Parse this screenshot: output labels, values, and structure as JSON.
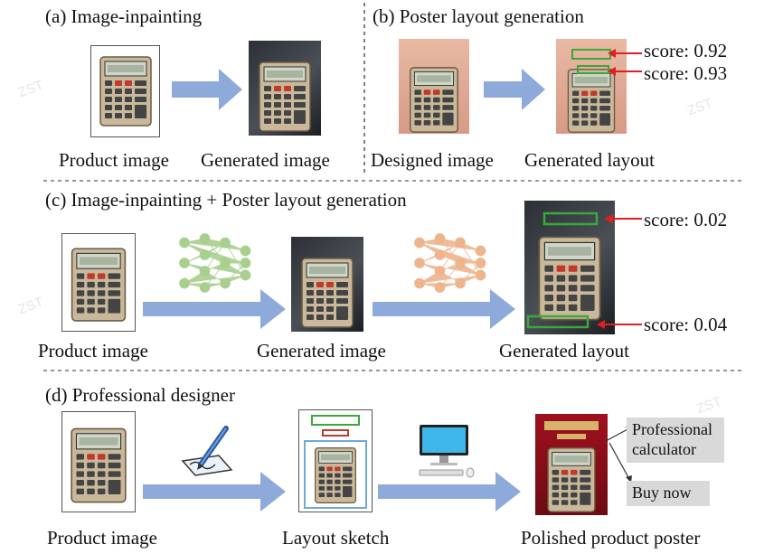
{
  "panels": {
    "a": {
      "title": "(a) Image-inpainting",
      "captions": [
        "Product image",
        "Generated image"
      ]
    },
    "b": {
      "title": "(b) Poster layout generation",
      "captions": [
        "Designed image",
        "Generated layout"
      ],
      "scores": [
        "score: 0.92",
        "score: 0.93"
      ]
    },
    "c": {
      "title": "(c)  Image-inpainting + Poster layout generation",
      "captions": [
        "Product image",
        "Generated image",
        "Generated layout"
      ],
      "scores": [
        "score: 0.02",
        "score: 0.04"
      ]
    },
    "d": {
      "title": "(d) Professional designer",
      "captions": [
        "Product image",
        "Layout sketch",
        "Polished product poster"
      ],
      "labels": [
        "Professional calculator",
        "Buy now"
      ]
    }
  },
  "colors": {
    "arrow": "#8eaadb",
    "layout_box": "#3aa83a",
    "score_arrow": "#e02020",
    "net_green": "#a9cf8f",
    "net_orange": "#eeb48e"
  }
}
